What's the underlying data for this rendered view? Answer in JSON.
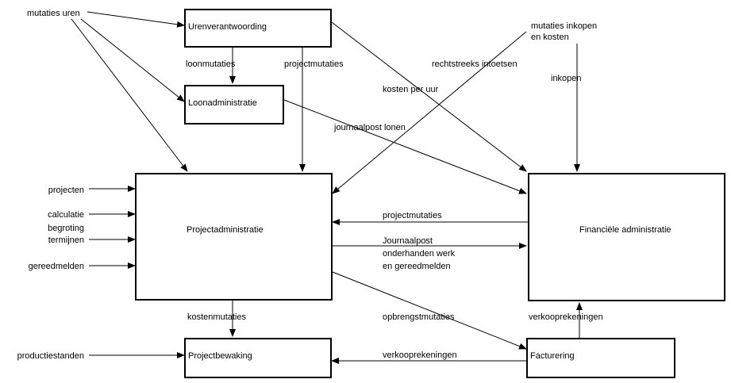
{
  "boxes": {
    "urenverantwoording": "Urenverantwoording",
    "loonadministratie": "Loonadministratie",
    "projectadministratie": "Projectadministratie",
    "financiele_administratie": "Financiële administratie",
    "projectbewaking": "Projectbewaking",
    "facturering": "Facturering"
  },
  "labels": {
    "mutaties_uren": "mutaties uren",
    "loonmutaties": "loonmutaties",
    "projectmutaties_top": "projectmutaties",
    "rechtstreeks_intoetsen": "rechtstreeks intoetsen",
    "mutaties_inkopen_1": "mutaties inkopen",
    "mutaties_inkopen_2": "en kosten",
    "inkopen": "inkopen",
    "kosten_per_uur": "kosten per uur",
    "journaalpost_lonen": "journaalpost lonen",
    "projecten": "projecten",
    "calculatie": "calculatie",
    "begroting": "begroting",
    "termijnen": "termijnen",
    "gereedmelden": "gereedmelden",
    "projectmutaties_mid": "projectmutaties",
    "journaalpost_1": "Journaalpost",
    "journaalpost_2": "onderhanden werk",
    "journaalpost_3": "en gereedmelden",
    "kostenmutaties": "kostenmutaties",
    "opbrengstmutaties": "opbrengstmutaties",
    "verkooprekeningen_right": "verkooprekeningen",
    "productiestanden": "productiestanden",
    "verkooprekeningen_bottom": "verkooprekeningen"
  }
}
